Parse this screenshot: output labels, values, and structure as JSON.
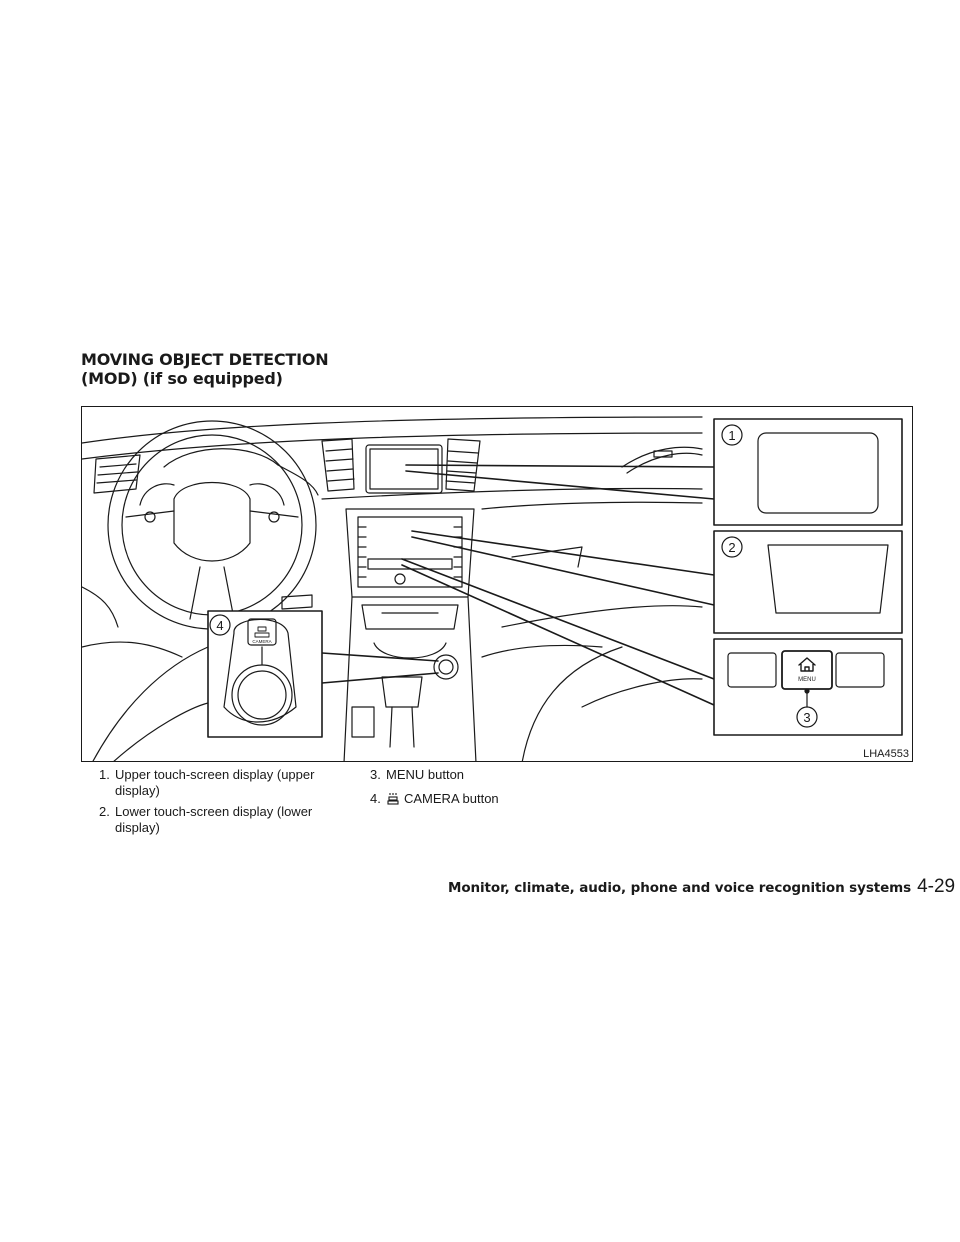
{
  "heading": {
    "line1": "MOVING OBJECT DETECTION",
    "line2": "(MOD) (if so equipped)"
  },
  "figure": {
    "code": "LHA4553",
    "markers": [
      "1",
      "2",
      "3",
      "4"
    ],
    "menu_label": "MENU",
    "camera_label": "CAMERA"
  },
  "callouts": [
    {
      "num": "1.",
      "text": "Upper touch-screen display (upper display)"
    },
    {
      "num": "2.",
      "text": "Lower touch-screen display (lower display)"
    },
    {
      "num": "3.",
      "text": "MENU button"
    },
    {
      "num": "4.",
      "text": "CAMERA button",
      "icon": "camera-icon"
    }
  ],
  "footer": {
    "section": "Monitor, climate, audio, phone and voice recognition systems",
    "page": "4-29"
  }
}
